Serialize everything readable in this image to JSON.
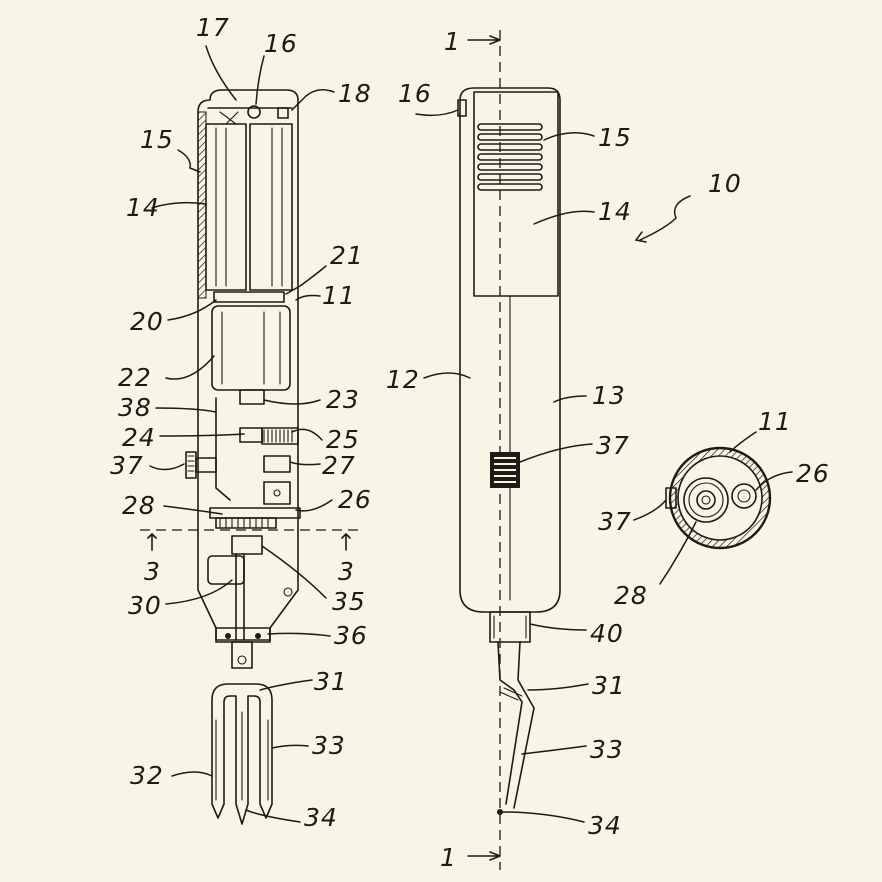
{
  "figure": {
    "fig1_labels": {
      "l17": "17",
      "l16": "16",
      "l18": "18",
      "l15": "15",
      "l14": "14",
      "l21": "21",
      "l11": "11",
      "l20": "20",
      "l22": "22",
      "l23": "23",
      "l38": "38",
      "l24": "24",
      "l25": "25",
      "l37": "37",
      "l27": "27",
      "l28": "28",
      "l26": "26",
      "l3a": "3",
      "l3b": "3",
      "l30": "30",
      "l35": "35",
      "l36": "36",
      "l31": "31",
      "l33": "33",
      "l32": "32",
      "l34": "34"
    },
    "fig2_labels": {
      "l1top": "1",
      "l16": "16",
      "l15": "15",
      "l10": "10",
      "l14": "14",
      "l12": "12",
      "l13": "13",
      "l37": "37",
      "l40": "40",
      "l31": "31",
      "l33": "33",
      "l34": "34",
      "l1bot": "1"
    },
    "fig3_labels": {
      "l11": "11",
      "l26": "26",
      "l37": "37",
      "l28": "28"
    }
  }
}
